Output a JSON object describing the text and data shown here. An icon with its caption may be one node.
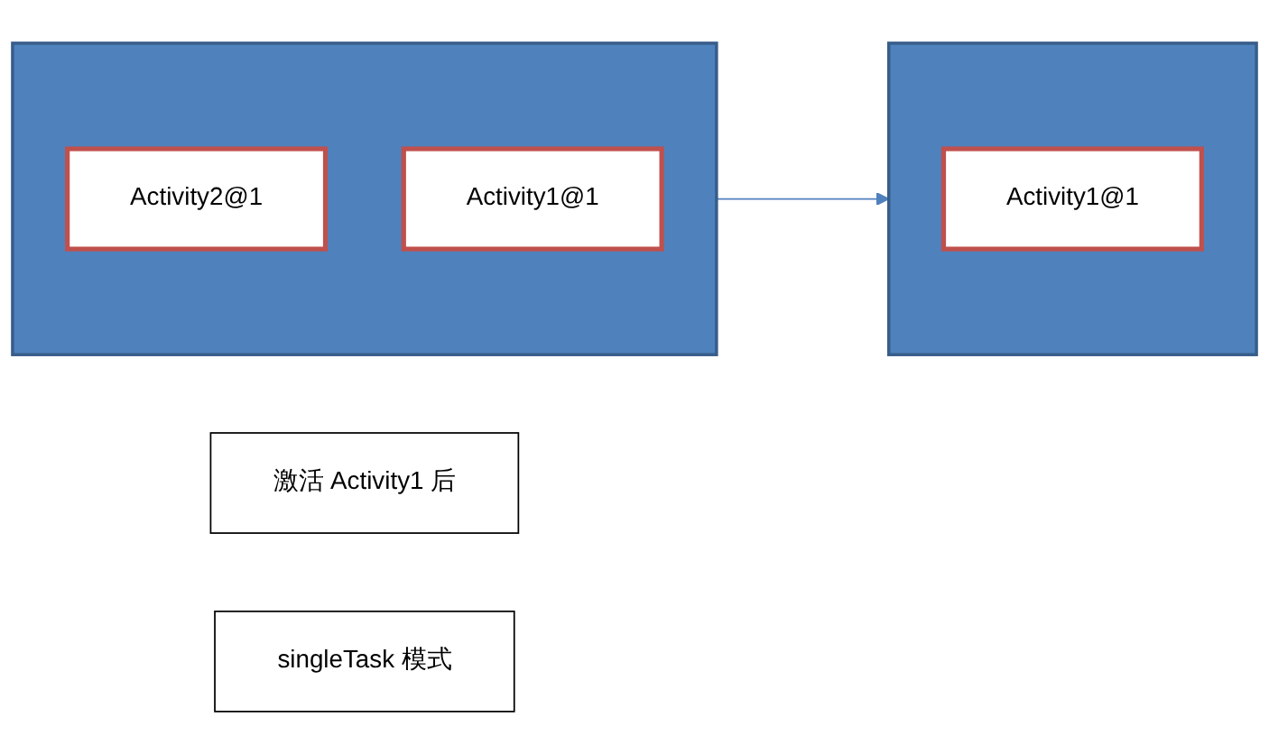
{
  "diagram": {
    "nodes": [
      {
        "text": [],
        "shape": "box"
      },
      {
        "text": [
          "Activity2@1"
        ],
        "in": 0
      },
      {
        "text": [
          "Activity1@1"
        ],
        "in": 0
      },
      {
        "text": [
          "激活 Activity1 后"
        ]
      },
      {
        "text": [],
        "shape": "box"
      },
      {
        "text": [
          "Activity1@1"
        ],
        "in": 4
      },
      {
        "text": [
          "singleTask 模式"
        ]
      }
    ],
    "edges": [
      {
        "from": 0,
        "to": 4,
        "arrow": "to",
        "color": "#4f81bd"
      }
    ]
  }
}
